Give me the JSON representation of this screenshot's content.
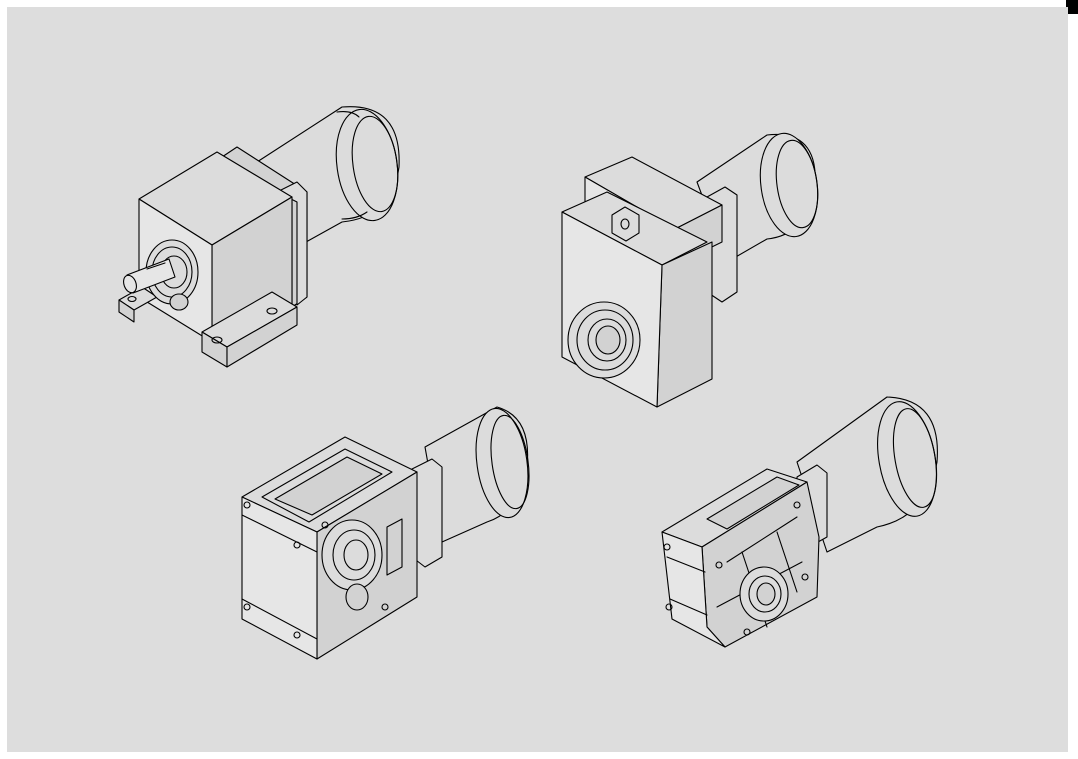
{
  "colors": {
    "panel_background": "#dddddd",
    "line": "#000000",
    "page_background": "#ffffff",
    "corner_mark": "#000000"
  },
  "figures": [
    {
      "id": "helical-gear-motor-foot-mounted"
    },
    {
      "id": "shaft-mounted-gear-motor"
    },
    {
      "id": "helical-worm-gear-motor"
    },
    {
      "id": "bevel-helical-gear-motor"
    }
  ]
}
